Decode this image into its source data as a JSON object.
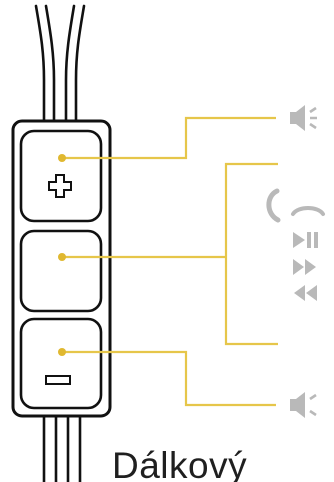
{
  "caption": "Dálkový",
  "buttons": [
    {
      "id": "volume-up",
      "symbol": "+"
    },
    {
      "id": "center",
      "symbol": ""
    },
    {
      "id": "volume-down",
      "symbol": "−"
    }
  ],
  "functions": {
    "volume_up": [
      "speaker-volume-icon"
    ],
    "center": [
      "answer-call-icon",
      "end-call-icon",
      "play-pause-icon",
      "fast-forward-icon",
      "rewind-icon"
    ],
    "volume_down": [
      "speaker-volume-icon"
    ]
  },
  "colors": {
    "callout_line": "#e6c64a",
    "callout_dot": "#e0b830",
    "outline": "#111111",
    "icon_gray": "#b9b9b9",
    "text": "#1f1f1f"
  }
}
